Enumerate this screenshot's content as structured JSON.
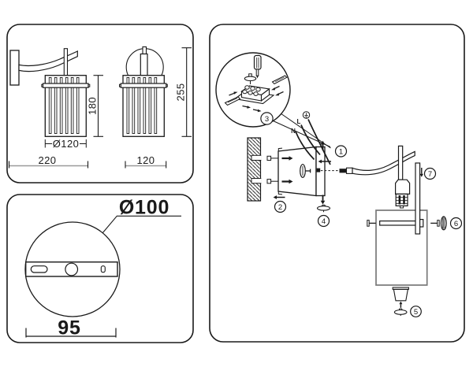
{
  "window": {
    "background": "#ffffff",
    "panel_border": "#1a1a1a"
  },
  "drawing": {
    "ink": "#1a1a1a",
    "dim_line": "#9a9a9a",
    "shade_outline": "#787878"
  },
  "front_view": {
    "width": "220",
    "diameter": "Ø120",
    "height": "180"
  },
  "side_view": {
    "width": "120",
    "height": "255"
  },
  "base_view": {
    "diameter": "Ø100",
    "width": "95"
  },
  "install": {
    "steps": {
      "s1": "1",
      "s2": "2",
      "s3": "3",
      "s4": "4",
      "s5": "5",
      "s6": "6",
      "s7": "7"
    },
    "wires": {
      "live": "L",
      "neutral": "N"
    }
  }
}
